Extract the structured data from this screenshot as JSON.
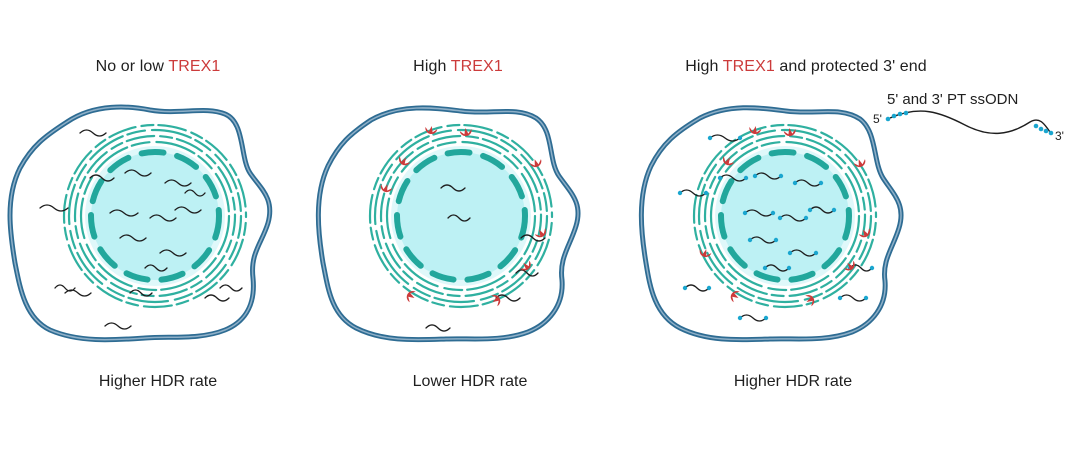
{
  "colors": {
    "membrane": "#2e6c93",
    "membrane_light": "#8fb0c8",
    "nucleus": "#bdf1f4",
    "nucleus_rim": "#dff8fa",
    "chromatin": "#22a79c",
    "er": "#2fb0a0",
    "trex1": "#cc3b3b",
    "dna": "#1e1e1e",
    "protected_end": "#1aa6cf"
  },
  "panels": [
    {
      "title_prefix": "No or low ",
      "title_enzyme": "TREX1",
      "title_suffix": "",
      "caption": "Higher HDR rate"
    },
    {
      "title_prefix": "High ",
      "title_enzyme": "TREX1",
      "title_suffix": "",
      "caption": "Lower HDR rate"
    },
    {
      "title_prefix": "High ",
      "title_enzyme": "TREX1",
      "title_suffix": " and protected 3' end",
      "caption": "Higher HDR rate"
    }
  ],
  "inset": {
    "title": "5' and 3' PT ssODN",
    "label_5": "5'",
    "label_3": "3'"
  }
}
